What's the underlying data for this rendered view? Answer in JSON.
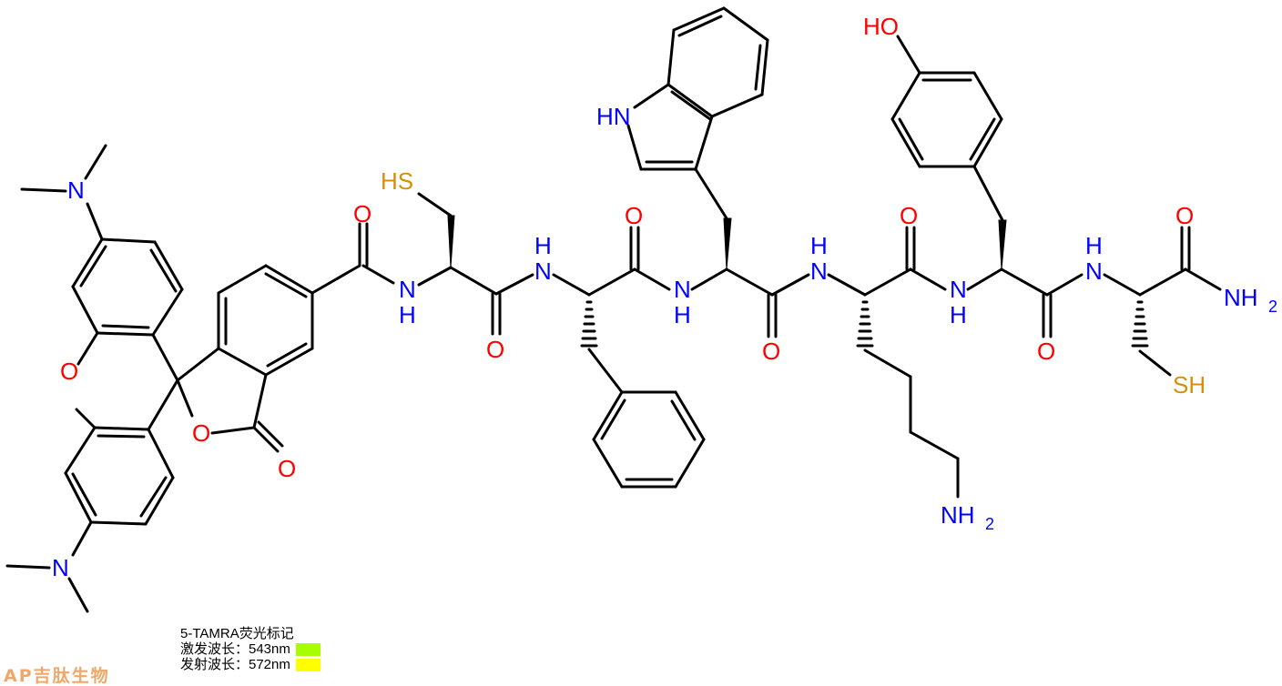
{
  "title": "5-TAMRA-Cys-Phe-Trp-Lys-Tyr-Cys-NH2 structure",
  "atom_colors": {
    "nitrogen": "#0000ff",
    "oxygen": "#ff0000",
    "sulfur": "#d4900a",
    "bond": "#000000"
  },
  "labels": {
    "n_top": "N",
    "n_bottom": "N",
    "o_xanthene": "O",
    "o_lactone": "O",
    "o_lactone_carbonyl": "O",
    "o_amide1": "O",
    "nh_amide1": "N",
    "h_amide1": "H",
    "sh_cys1": "HS",
    "o_cys1": "O",
    "nh_phe": "N",
    "h_phe": "H",
    "o_phe": "O",
    "hn_indole": "HN",
    "nh_trp": "N",
    "h_trp": "H",
    "o_trp": "O",
    "nh_lys": "N",
    "h_lys": "H",
    "o_lys": "O",
    "nh2_lys": "NH",
    "nh2_lys_sub": "2",
    "ho_tyr": "HO",
    "nh_tyr": "N",
    "h_tyr": "H",
    "o_tyr": "O",
    "nh_cys2": "N",
    "h_cys2": "H",
    "o_cys2": "O",
    "nh2_cterm": "NH",
    "nh2_cterm_sub": "2",
    "sh_cys2": "SH"
  },
  "legend": {
    "title": "5-TAMRA荧光标记",
    "excitation_label": "激发波长：543nm",
    "excitation_color": "#a6ff00",
    "emission_label": "发射波长：572nm",
    "emission_color": "#ffff00"
  },
  "watermark": "AP吉肽生物"
}
